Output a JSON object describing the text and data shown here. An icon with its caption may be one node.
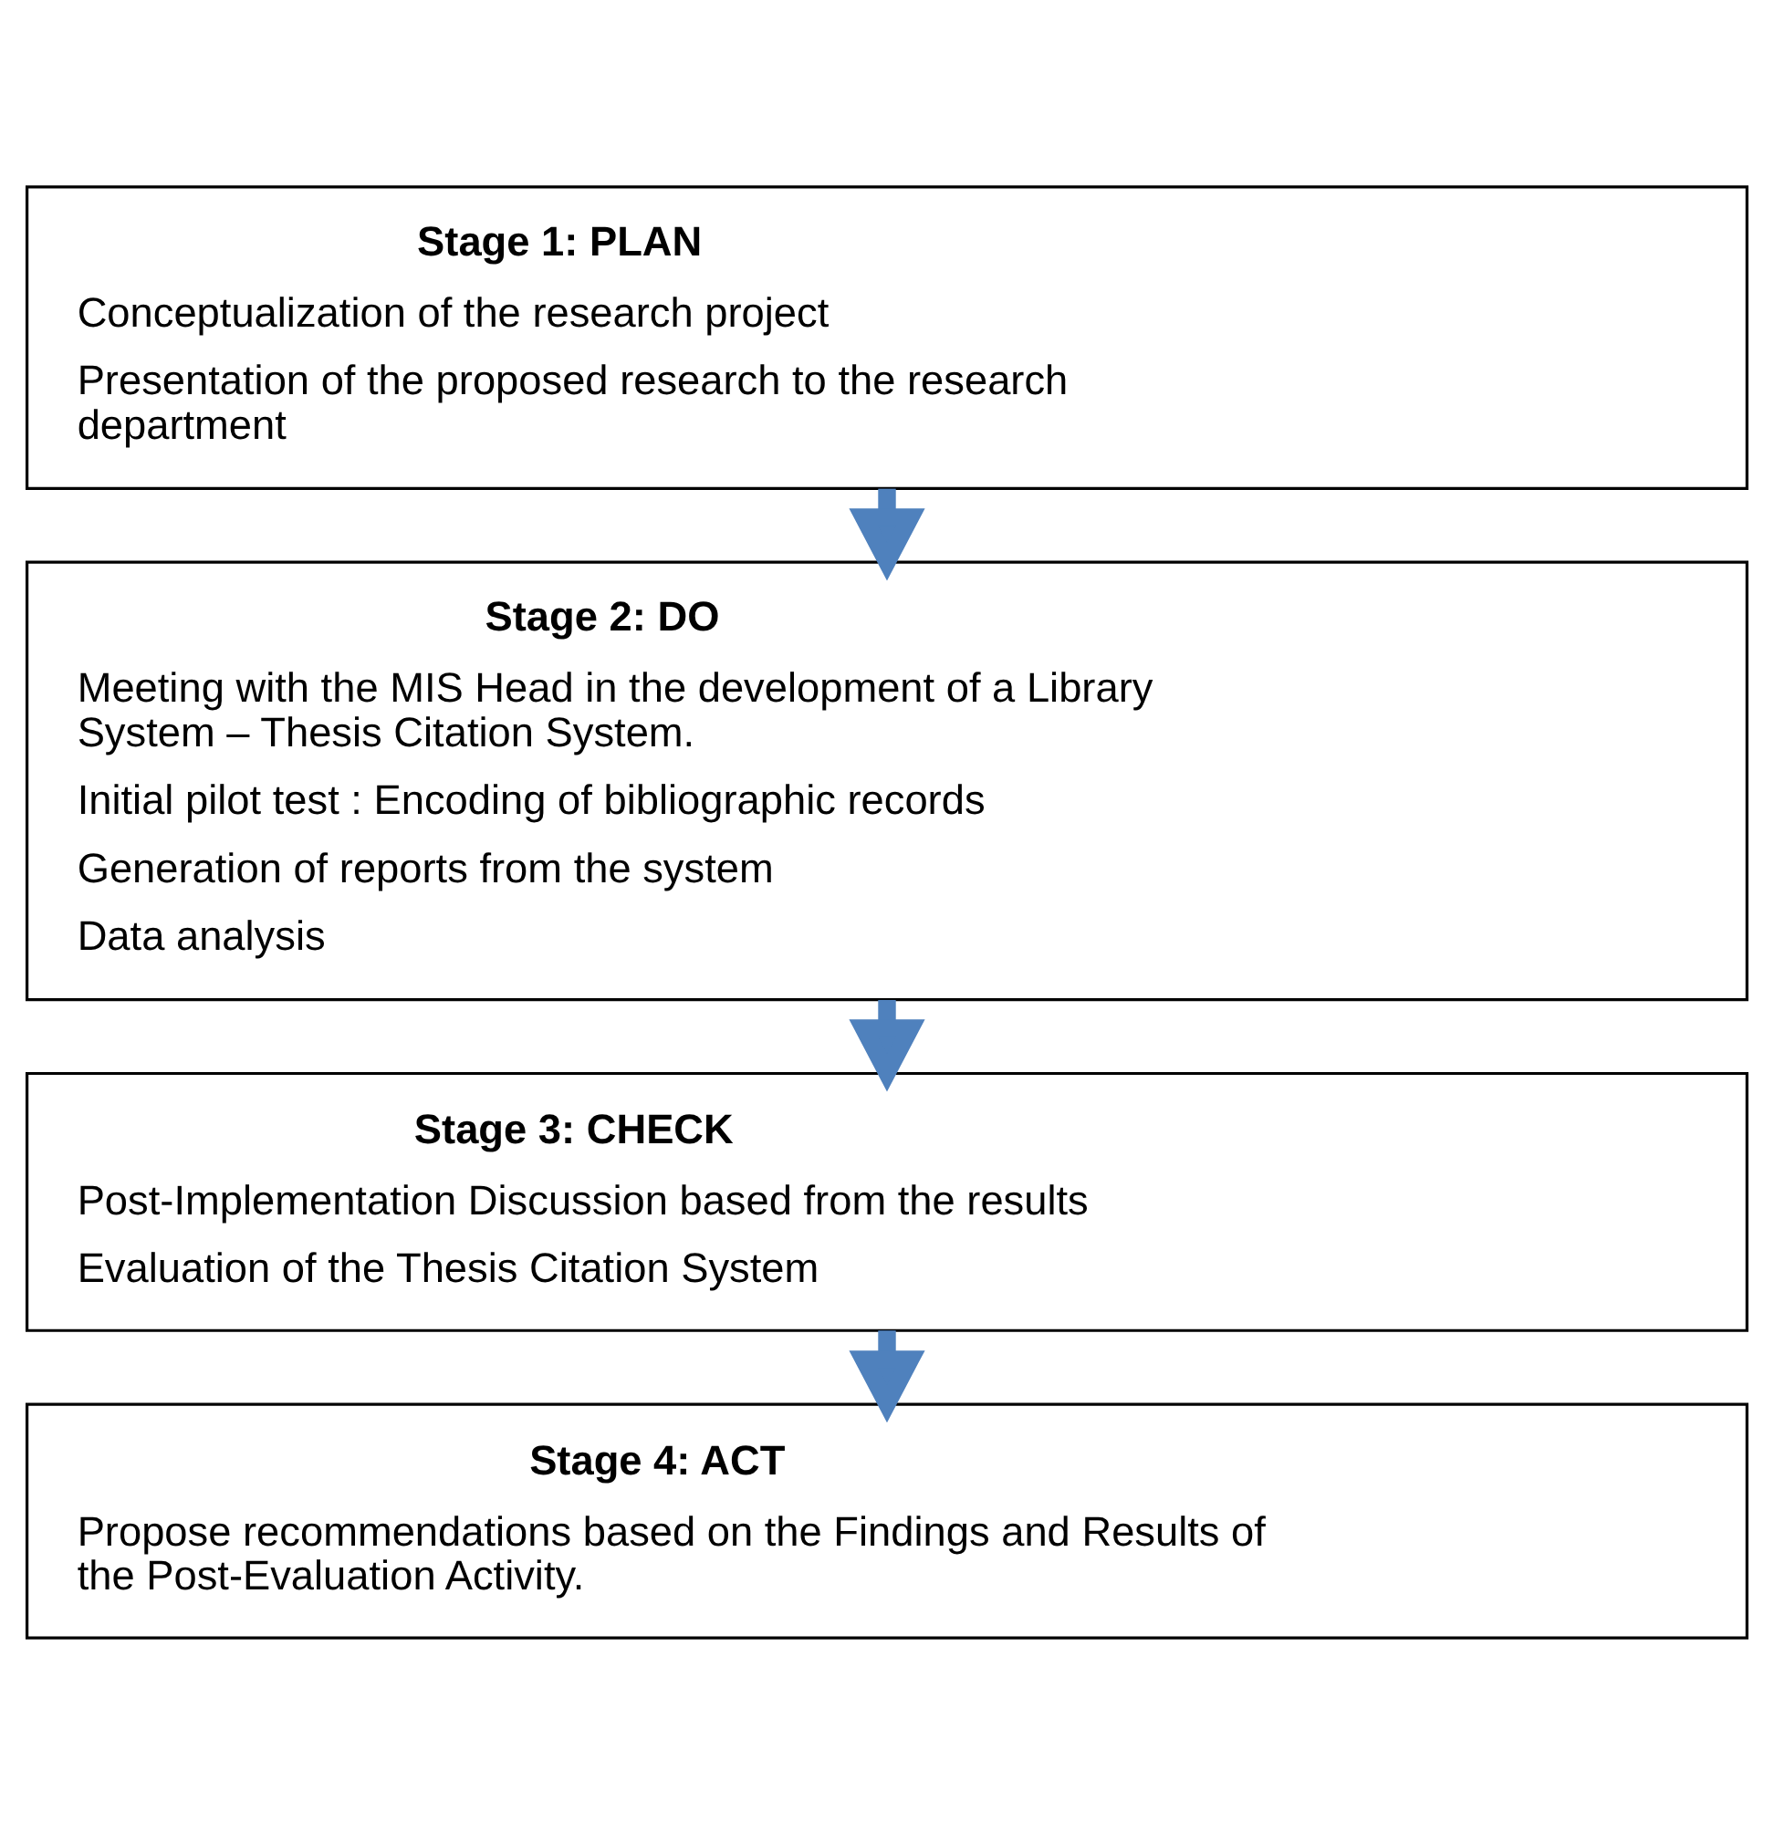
{
  "diagram": {
    "nodes": [
      {
        "text": [
          "Stage 1: PLAN",
          "Conceptualization of the research project",
          "Presentation of the proposed research to the research department"
        ]
      },
      {
        "text": [
          "Stage 2: DO",
          "Meeting with the MIS Head in the development of a Library System – Thesis Citation System.",
          "Initial pilot test : Encoding of bibliographic records",
          "Generation of reports from the system",
          "Data analysis"
        ]
      },
      {
        "text": [
          "Stage 3: CHECK",
          "Post-Implementation Discussion based from the results",
          "Evaluation of the Thesis Citation System"
        ]
      },
      {
        "text": [
          "Stage 4: ACT",
          "Propose recommendations based on the Findings and Results of the Post-Evaluation Activity."
        ]
      }
    ],
    "edges": [
      {
        "from": 0,
        "to": 1,
        "arrow": "to"
      },
      {
        "from": 1,
        "to": 2,
        "arrow": "to"
      },
      {
        "from": 2,
        "to": 3,
        "arrow": "to"
      }
    ]
  }
}
